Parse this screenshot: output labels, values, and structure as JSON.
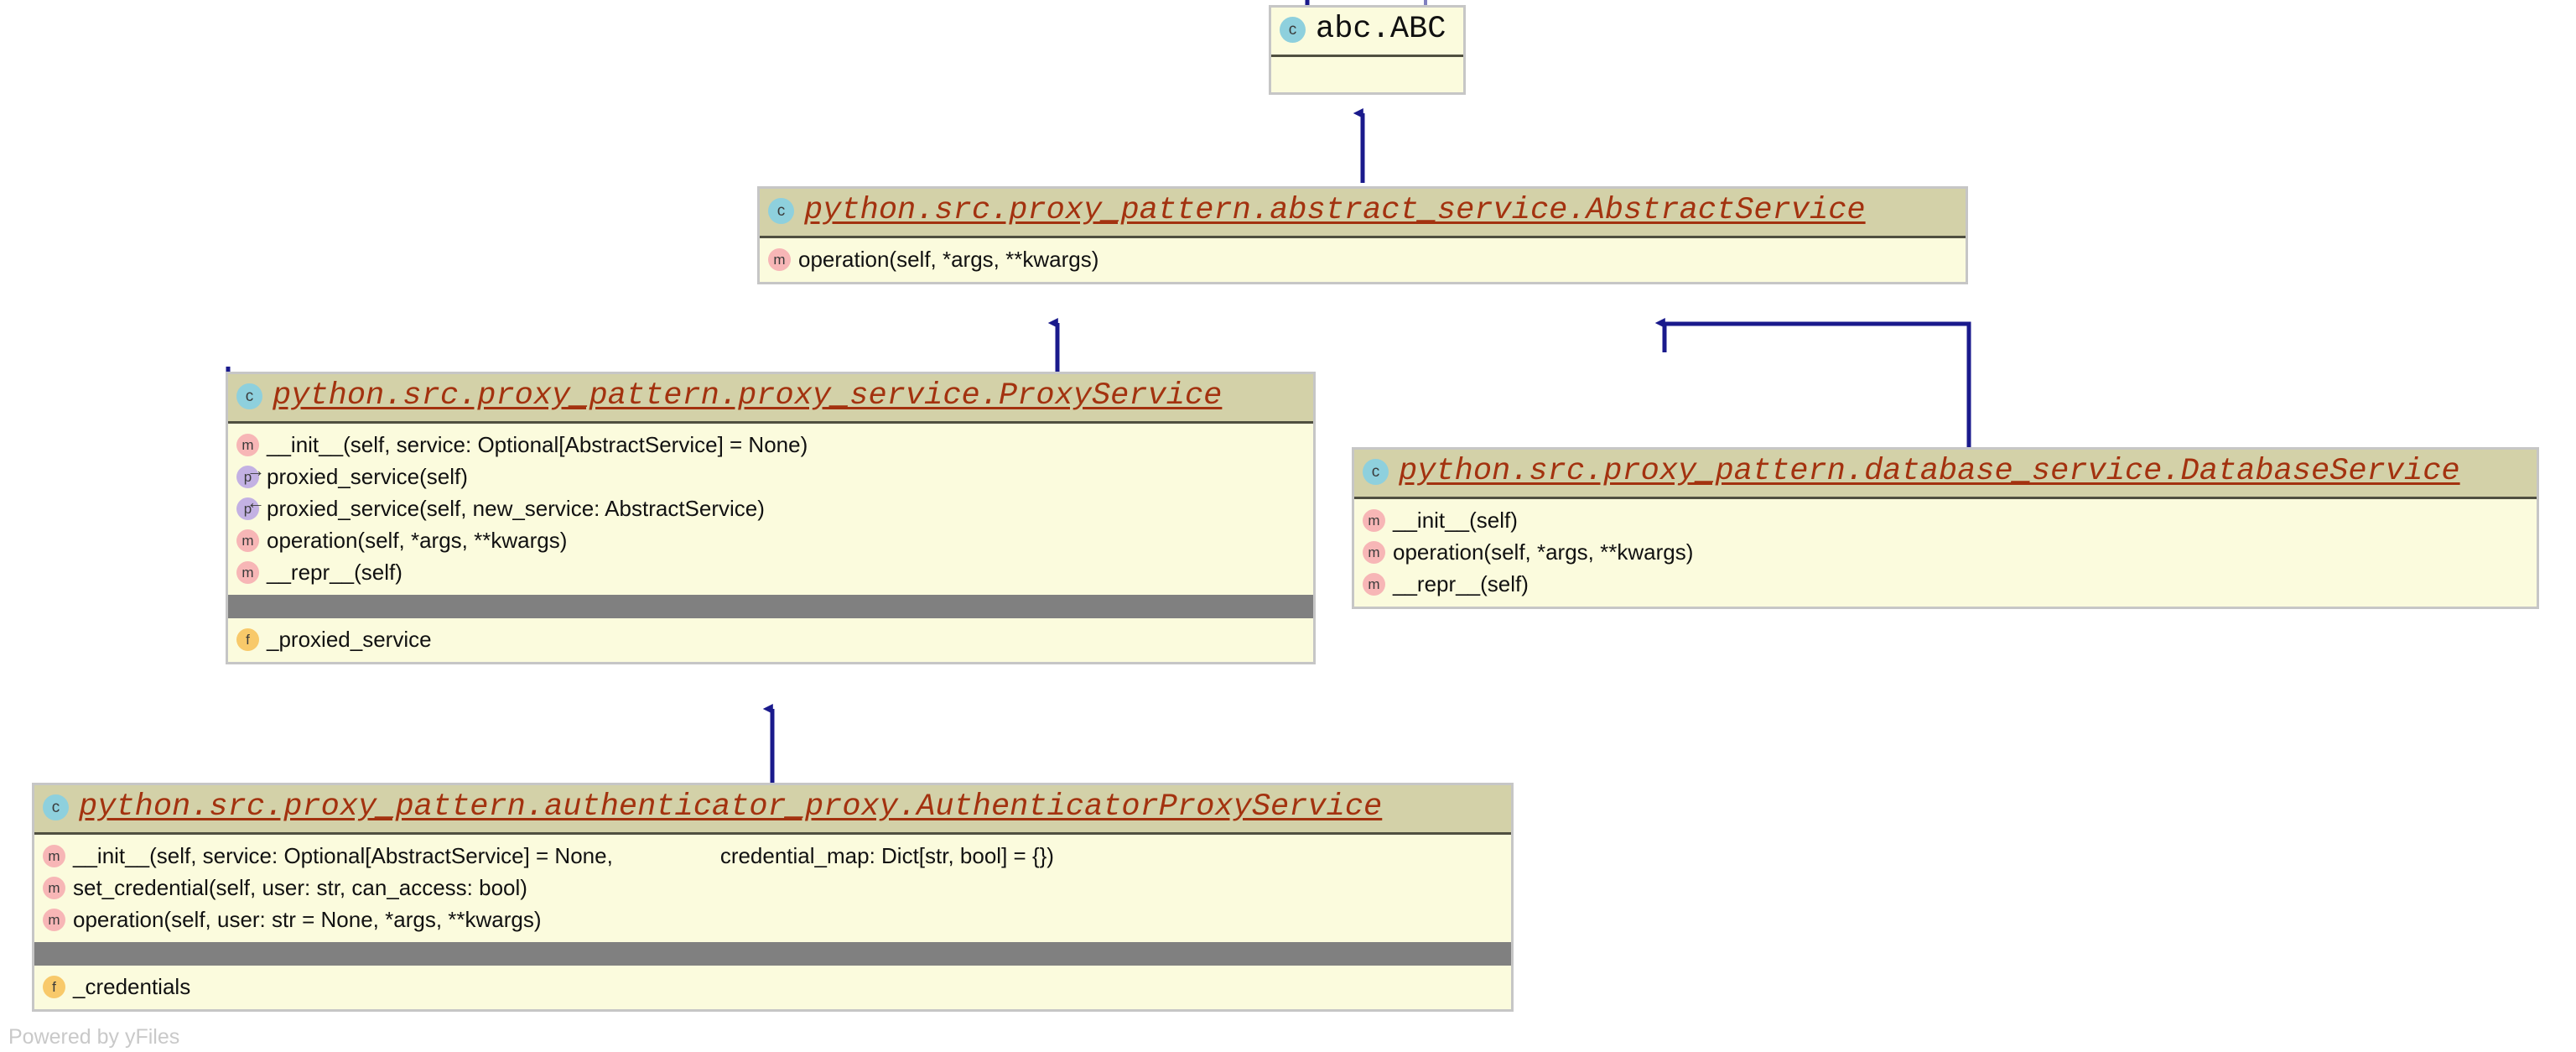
{
  "diagram": {
    "type": "uml-class-diagram",
    "watermark": "Powered by yFiles",
    "colors": {
      "header_fill": "#d3d1a8",
      "body_fill": "#fbfbdd",
      "node_border": "#c6c6c6",
      "header_rule": "#4f4f40",
      "title_text": "#a3320f",
      "external_title_text": "#101010",
      "edge": "#1a1a8c",
      "divider_band": "#808080",
      "icon_class": "#8ed0dd",
      "icon_method": "#f7b6b6",
      "icon_property": "#c3b1e3",
      "icon_field": "#f8c96a",
      "watermark_text": "#c9c9c9"
    },
    "nodes": [
      {
        "id": "abc-abc",
        "title": "abc.ABC",
        "icon": "class-icon",
        "external": true,
        "sections": [
          {
            "kind": "empty",
            "rows": []
          }
        ]
      },
      {
        "id": "abstract-service",
        "title": "python.src.proxy_pattern.abstract_service.AbstractService",
        "icon": "class-icon",
        "external": false,
        "sections": [
          {
            "kind": "methods",
            "rows": [
              {
                "icon": "method-icon",
                "kind": "m",
                "text": "operation(self, *args, **kwargs)"
              }
            ]
          }
        ]
      },
      {
        "id": "proxy-service",
        "title": "python.src.proxy_pattern.proxy_service.ProxyService",
        "icon": "class-icon",
        "external": false,
        "sections": [
          {
            "kind": "methods",
            "rows": [
              {
                "icon": "method-icon",
                "kind": "m",
                "text": "__init__(self, service: Optional[AbstractService] = None)"
              },
              {
                "icon": "property-getter-icon",
                "kind": "p",
                "arrow": "→",
                "text": "proxied_service(self)"
              },
              {
                "icon": "property-setter-icon",
                "kind": "p",
                "arrow": "←",
                "text": "proxied_service(self, new_service: AbstractService)"
              },
              {
                "icon": "method-icon",
                "kind": "m",
                "text": "operation(self, *args, **kwargs)"
              },
              {
                "icon": "method-icon",
                "kind": "m",
                "text": "__repr__(self)"
              }
            ]
          },
          {
            "kind": "divider",
            "rows": []
          },
          {
            "kind": "fields",
            "rows": [
              {
                "icon": "field-icon",
                "kind": "f",
                "text": "_proxied_service"
              }
            ]
          }
        ]
      },
      {
        "id": "database-service",
        "title": "python.src.proxy_pattern.database_service.DatabaseService",
        "icon": "class-icon",
        "external": false,
        "sections": [
          {
            "kind": "methods",
            "rows": [
              {
                "icon": "method-icon",
                "kind": "m",
                "text": "__init__(self)"
              },
              {
                "icon": "method-icon",
                "kind": "m",
                "text": "operation(self, *args, **kwargs)"
              },
              {
                "icon": "method-icon",
                "kind": "m",
                "text": "__repr__(self)"
              }
            ]
          }
        ]
      },
      {
        "id": "authenticator-proxy-service",
        "title": "python.src.proxy_pattern.authenticator_proxy.AuthenticatorProxyService",
        "icon": "class-icon",
        "external": false,
        "sections": [
          {
            "kind": "methods",
            "rows": [
              {
                "icon": "method-icon",
                "kind": "m",
                "text_a": "__init__(self, service: Optional[AbstractService] = None,",
                "text_b": "credential_map: Dict[str, bool] = {})"
              },
              {
                "icon": "method-icon",
                "kind": "m",
                "text": "set_credential(self, user: str, can_access: bool)"
              },
              {
                "icon": "method-icon",
                "kind": "m",
                "text": "operation(self, user: str = None, *args, **kwargs)"
              }
            ]
          },
          {
            "kind": "divider",
            "rows": []
          },
          {
            "kind": "fields",
            "rows": [
              {
                "icon": "field-icon",
                "kind": "f",
                "text": "_credentials"
              }
            ]
          }
        ]
      }
    ],
    "edges": [
      {
        "from": "abstract-service",
        "to": "abc-abc",
        "kind": "generalization"
      },
      {
        "from": "proxy-service",
        "to": "abstract-service",
        "kind": "generalization"
      },
      {
        "from": "database-service",
        "to": "abstract-service",
        "kind": "generalization"
      },
      {
        "from": "authenticator-proxy-service",
        "to": "proxy-service",
        "kind": "generalization"
      }
    ]
  }
}
